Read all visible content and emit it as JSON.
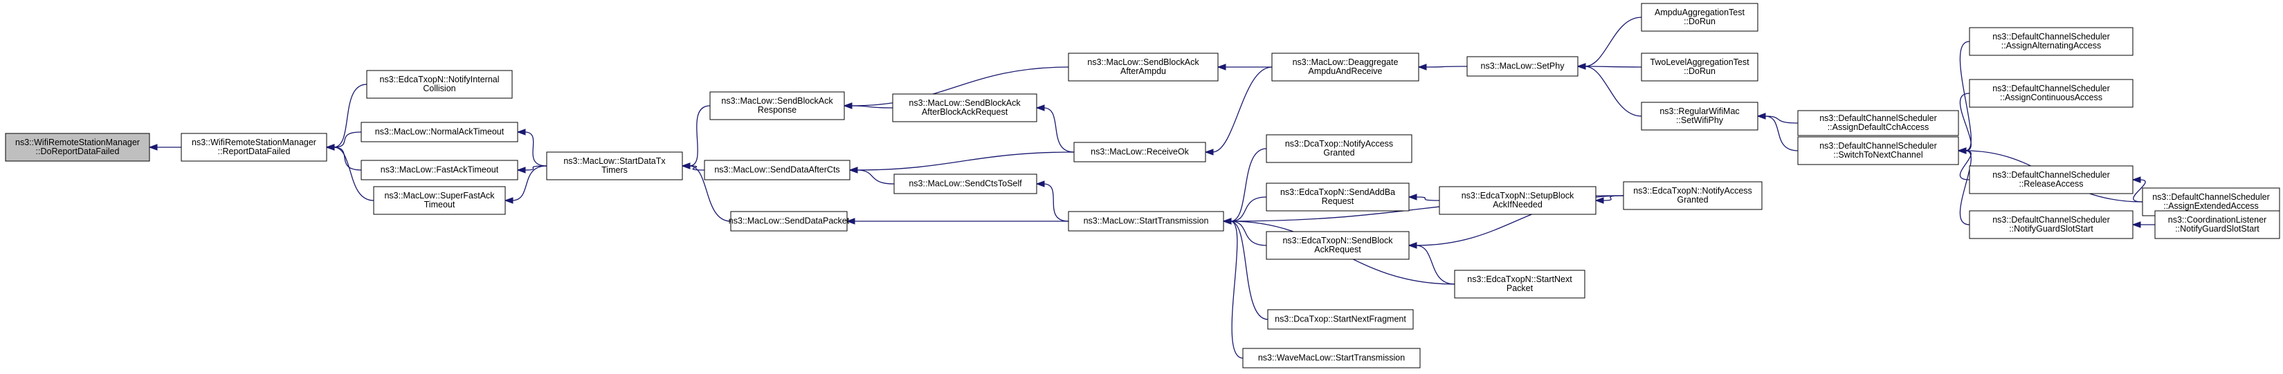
{
  "graph": {
    "colors": {
      "edge": "#191970",
      "node_fill": "#ffffff",
      "root_fill": "#bfbfbf",
      "border": "#000000"
    },
    "nodes": [
      {
        "id": "n0",
        "lines": [
          "ns3::WifiRemoteStationManager",
          "::DoReportDataFailed"
        ],
        "root": true
      },
      {
        "id": "n1",
        "lines": [
          "ns3::WifiRemoteStationManager",
          "::ReportDataFailed"
        ]
      },
      {
        "id": "n2",
        "lines": [
          "ns3::EdcaTxopN::NotifyInternal",
          "Collision"
        ]
      },
      {
        "id": "n3",
        "lines": [
          "ns3::MacLow::NormalAckTimeout"
        ]
      },
      {
        "id": "n4",
        "lines": [
          "ns3::MacLow::FastAckTimeout"
        ]
      },
      {
        "id": "n5",
        "lines": [
          "ns3::MacLow::SuperFastAck",
          "Timeout"
        ]
      },
      {
        "id": "n6",
        "lines": [
          "ns3::MacLow::StartDataTx",
          "Timers"
        ]
      },
      {
        "id": "n7",
        "lines": [
          "ns3::MacLow::SendBlockAck",
          "Response"
        ]
      },
      {
        "id": "n8",
        "lines": [
          "ns3::MacLow::SendDataAfterCts"
        ]
      },
      {
        "id": "n9",
        "lines": [
          "ns3::MacLow::SendDataPacket"
        ]
      },
      {
        "id": "n10",
        "lines": [
          "ns3::MacLow::SendBlockAck",
          "AfterAmpdu"
        ]
      },
      {
        "id": "n11",
        "lines": [
          "ns3::MacLow::SendBlockAck",
          "AfterBlockAckRequest"
        ]
      },
      {
        "id": "n12",
        "lines": [
          "ns3::MacLow::SendCtsToSelf"
        ]
      },
      {
        "id": "n13",
        "lines": [
          "ns3::MacLow::ReceiveOk"
        ]
      },
      {
        "id": "n14",
        "lines": [
          "ns3::MacLow::StartTransmission"
        ]
      },
      {
        "id": "n15",
        "lines": [
          "ns3::MacLow::Deaggregate",
          "AmpduAndReceive"
        ]
      },
      {
        "id": "n16",
        "lines": [
          "ns3::DcaTxop::NotifyAccess",
          "Granted"
        ]
      },
      {
        "id": "n17",
        "lines": [
          "ns3::EdcaTxopN::SendAddBa",
          "Request"
        ]
      },
      {
        "id": "n18",
        "lines": [
          "ns3::EdcaTxopN::SendBlock",
          "AckRequest"
        ]
      },
      {
        "id": "n19",
        "lines": [
          "ns3::DcaTxop::StartNextFragment"
        ]
      },
      {
        "id": "n20",
        "lines": [
          "ns3::WaveMacLow::StartTransmission"
        ]
      },
      {
        "id": "n21",
        "lines": [
          "ns3::MacLow::SetPhy"
        ]
      },
      {
        "id": "n22",
        "lines": [
          "ns3::EdcaTxopN::SetupBlock",
          "AckIfNeeded"
        ]
      },
      {
        "id": "n23",
        "lines": [
          "ns3::EdcaTxopN::StartNext",
          "Packet"
        ]
      },
      {
        "id": "n24",
        "lines": [
          "ns3::EdcaTxopN::NotifyAccess",
          "Granted"
        ]
      },
      {
        "id": "n25",
        "lines": [
          "AmpduAggregationTest",
          "::DoRun"
        ]
      },
      {
        "id": "n26",
        "lines": [
          "TwoLevelAggregationTest",
          "::DoRun"
        ]
      },
      {
        "id": "n27",
        "lines": [
          "ns3::RegularWifiMac",
          "::SetWifiPhy"
        ]
      },
      {
        "id": "n28",
        "lines": [
          "ns3::DefaultChannelScheduler",
          "::AssignDefaultCchAccess"
        ]
      },
      {
        "id": "n29",
        "lines": [
          "ns3::DefaultChannelScheduler",
          "::SwitchToNextChannel"
        ]
      },
      {
        "id": "n30",
        "lines": [
          "ns3::DefaultChannelScheduler",
          "::AssignAlternatingAccess"
        ]
      },
      {
        "id": "n31",
        "lines": [
          "ns3::DefaultChannelScheduler",
          "::AssignContinuousAccess"
        ]
      },
      {
        "id": "n32",
        "lines": [
          "ns3::DefaultChannelScheduler",
          "::ReleaseAccess"
        ]
      },
      {
        "id": "n33",
        "lines": [
          "ns3::DefaultChannelScheduler",
          "::NotifyGuardSlotStart"
        ]
      },
      {
        "id": "n34",
        "lines": [
          "ns3::DefaultChannelScheduler",
          "::AssignExtendedAccess"
        ]
      },
      {
        "id": "n35",
        "lines": [
          "ns3::CoordinationListener",
          "::NotifyGuardSlotStart"
        ]
      }
    ],
    "edges": [
      [
        "n1",
        "n0"
      ],
      [
        "n2",
        "n1"
      ],
      [
        "n3",
        "n1"
      ],
      [
        "n4",
        "n1"
      ],
      [
        "n5",
        "n1"
      ],
      [
        "n6",
        "n3"
      ],
      [
        "n6",
        "n4"
      ],
      [
        "n6",
        "n5"
      ],
      [
        "n7",
        "n6"
      ],
      [
        "n8",
        "n6"
      ],
      [
        "n9",
        "n6"
      ],
      [
        "n10",
        "n7"
      ],
      [
        "n11",
        "n7"
      ],
      [
        "n12",
        "n8"
      ],
      [
        "n13",
        "n8"
      ],
      [
        "n14",
        "n12"
      ],
      [
        "n14",
        "n9"
      ],
      [
        "n15",
        "n10"
      ],
      [
        "n13",
        "n11"
      ],
      [
        "n15",
        "n13"
      ],
      [
        "n16",
        "n14"
      ],
      [
        "n17",
        "n14"
      ],
      [
        "n18",
        "n14"
      ],
      [
        "n19",
        "n14"
      ],
      [
        "n20",
        "n14"
      ],
      [
        "n23",
        "n14"
      ],
      [
        "n24",
        "n14"
      ],
      [
        "n21",
        "n15"
      ],
      [
        "n22",
        "n17"
      ],
      [
        "n24",
        "n22"
      ],
      [
        "n23",
        "n18"
      ],
      [
        "n24",
        "n18"
      ],
      [
        "n25",
        "n21"
      ],
      [
        "n26",
        "n21"
      ],
      [
        "n27",
        "n21"
      ],
      [
        "n28",
        "n27"
      ],
      [
        "n29",
        "n27"
      ],
      [
        "n30",
        "n29"
      ],
      [
        "n31",
        "n29"
      ],
      [
        "n32",
        "n29"
      ],
      [
        "n33",
        "n29"
      ],
      [
        "n34",
        "n29"
      ],
      [
        "n34",
        "n32"
      ],
      [
        "n35",
        "n33"
      ]
    ]
  }
}
